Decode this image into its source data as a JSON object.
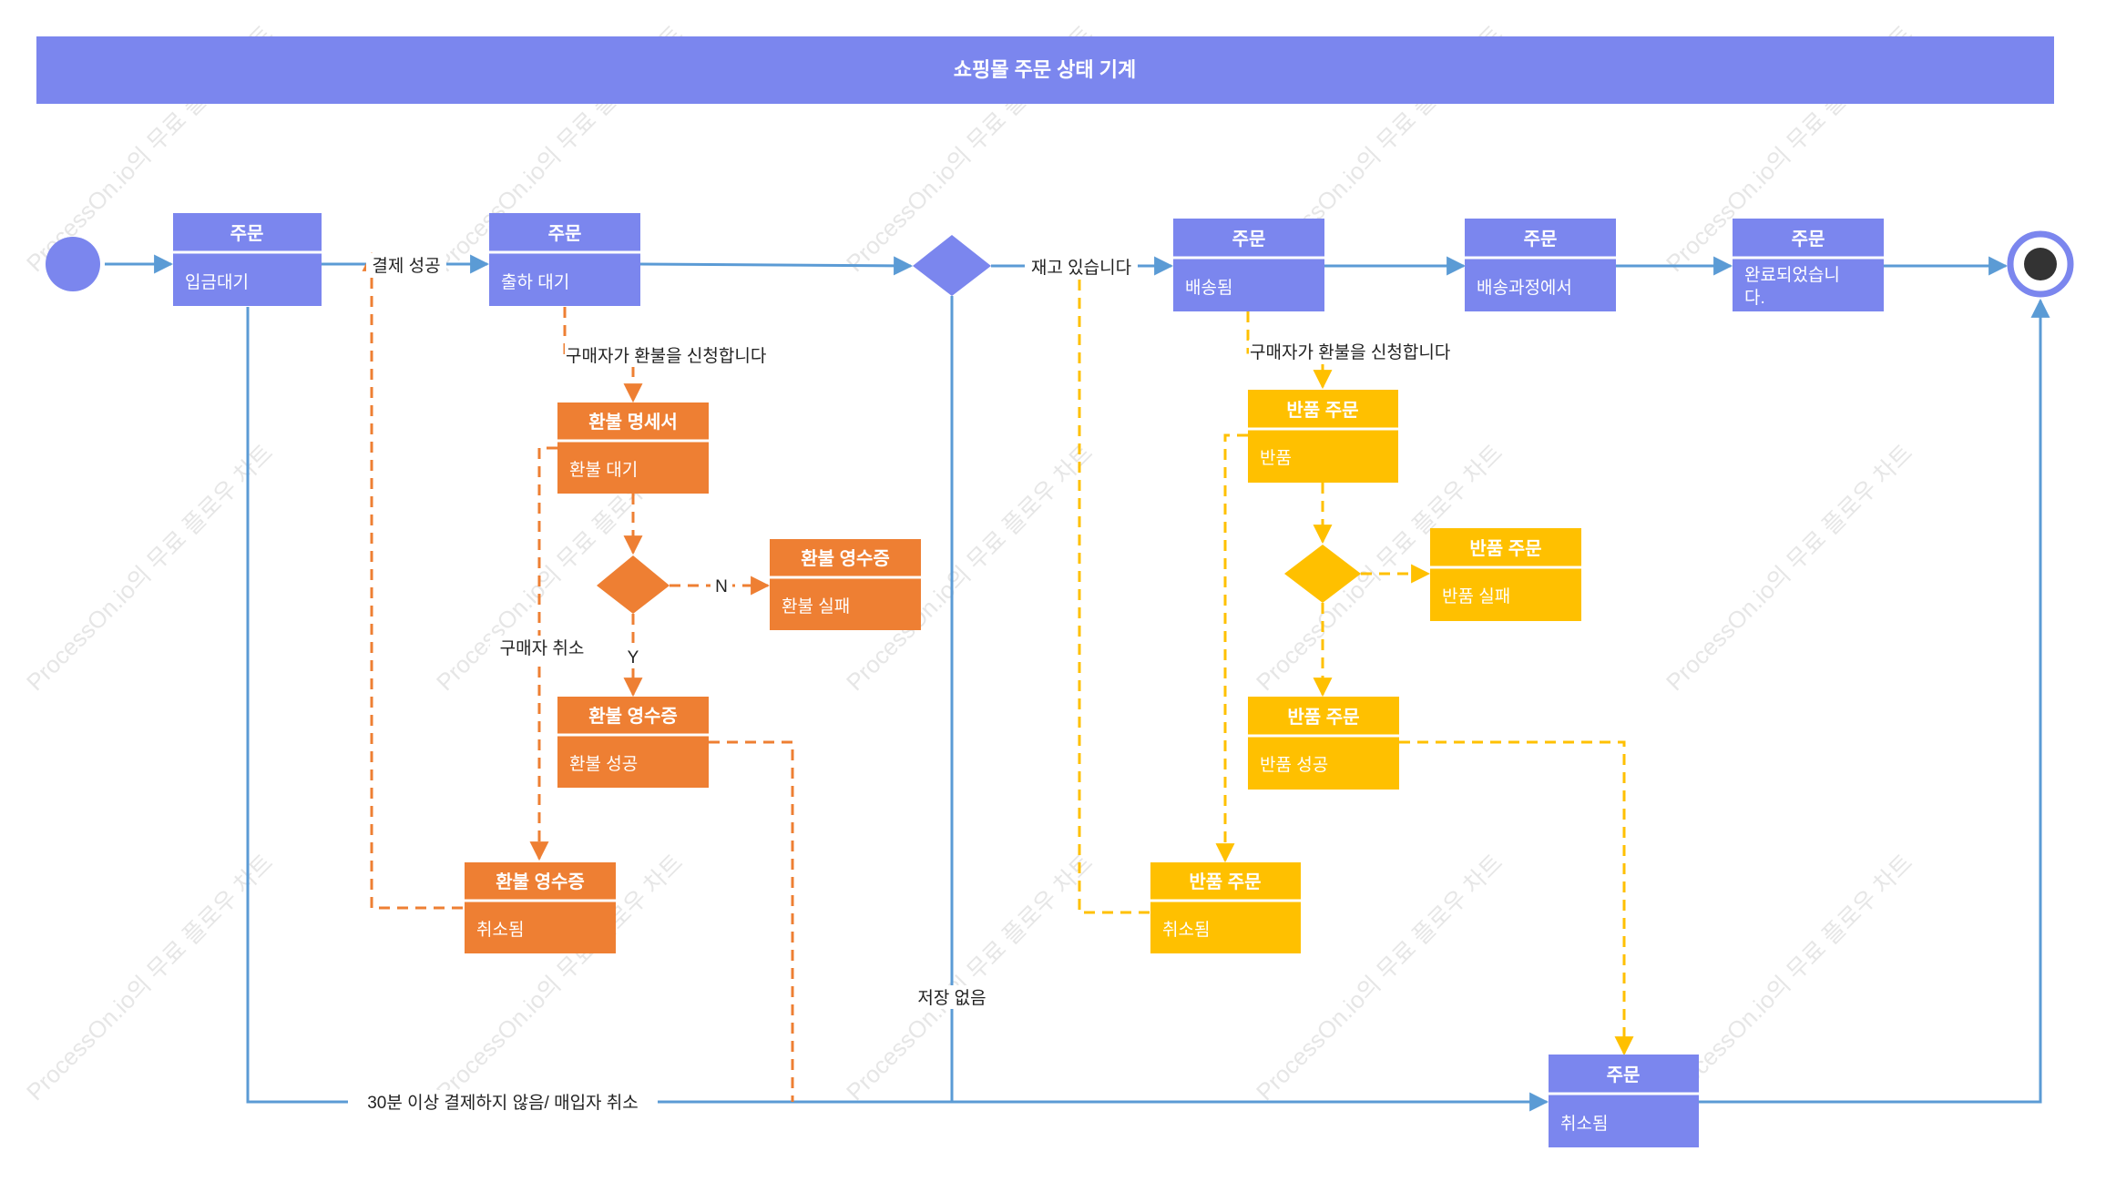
{
  "title": "쇼핑몰 주문 상태 기계",
  "colors": {
    "header": "#7b86ee",
    "blue": "#7b86ee",
    "orange": "#ee7f33",
    "yellow": "#ffc000",
    "blue_line": "#5b9bd5",
    "orange_line": "#ee7f33",
    "yellow_line": "#ffc000"
  },
  "watermark": "ProcessOn.io의 무료 플로우 차트",
  "nodes": {
    "pending_payment": {
      "head": "주문",
      "body": "입금대기"
    },
    "pending_shipment": {
      "head": "주문",
      "body": "출하 대기"
    },
    "shipped": {
      "head": "주문",
      "body": "배송됨"
    },
    "in_delivery": {
      "head": "주문",
      "body": "배송과정에서"
    },
    "completed": {
      "head": "주문",
      "body": "완료되었습니다.",
      "body_lines": [
        "완료되었습니",
        "다."
      ]
    },
    "canceled_final": {
      "head": "주문",
      "body": "취소됨"
    },
    "refund_statement": {
      "head": "환불 명세서",
      "body": "환불 대기"
    },
    "refund_failed": {
      "head": "환불 영수증",
      "body": "환불 실패"
    },
    "refund_success": {
      "head": "환불 영수증",
      "body": "환불 성공"
    },
    "refund_canceled": {
      "head": "환불 영수증",
      "body": "취소됨"
    },
    "return_order": {
      "head": "반품 주문",
      "body": "반품"
    },
    "return_failed": {
      "head": "반품 주문",
      "body": "반품 실패"
    },
    "return_success": {
      "head": "반품 주문",
      "body": "반품 성공"
    },
    "return_canceled": {
      "head": "반품 주문",
      "body": "취소됨"
    }
  },
  "edge_labels": {
    "payment_success": "결제 성공",
    "in_stock": "재고 있습니다",
    "buyer_refund_1": "구매자가 환불을 신청합니다",
    "buyer_refund_2": "구매자가 환불을 신청합니다",
    "no": "N",
    "yes": "Y",
    "buyer_cancel": "구매자 취소",
    "no_stock": "저장 없음",
    "timeout_cancel": "30분 이상 결제하지 않음/ 매입자 취소"
  }
}
